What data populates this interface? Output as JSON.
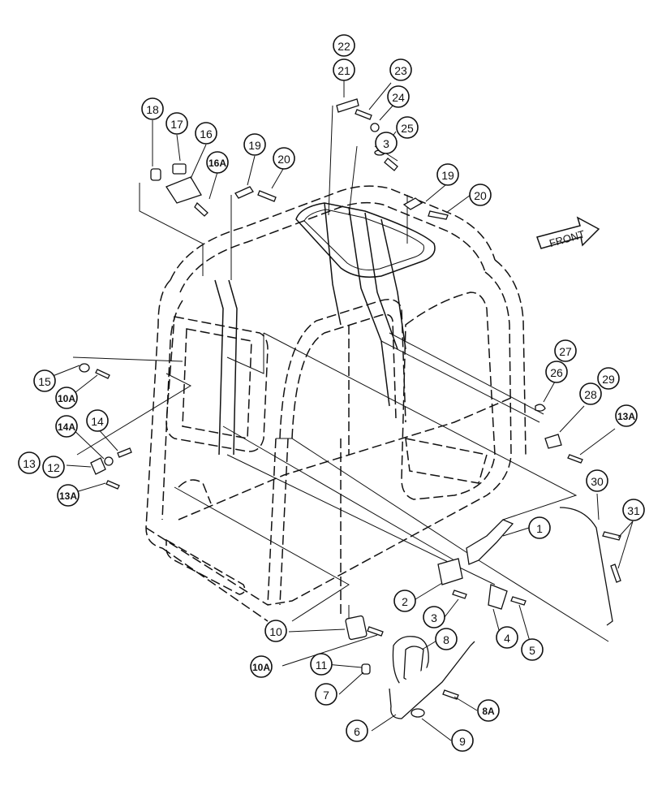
{
  "direction_label": "FRONT",
  "callouts": [
    {
      "label": "22"
    },
    {
      "label": "21"
    },
    {
      "label": "23"
    },
    {
      "label": "24"
    },
    {
      "label": "25"
    },
    {
      "label": "3"
    },
    {
      "label": "19"
    },
    {
      "label": "20"
    },
    {
      "label": "18"
    },
    {
      "label": "17"
    },
    {
      "label": "16"
    },
    {
      "label": "16A"
    },
    {
      "label": "19"
    },
    {
      "label": "20"
    },
    {
      "label": "27"
    },
    {
      "label": "26"
    },
    {
      "label": "29"
    },
    {
      "label": "28"
    },
    {
      "label": "13A"
    },
    {
      "label": "15"
    },
    {
      "label": "10A"
    },
    {
      "label": "14"
    },
    {
      "label": "14A"
    },
    {
      "label": "13"
    },
    {
      "label": "12"
    },
    {
      "label": "13A"
    },
    {
      "label": "30"
    },
    {
      "label": "31"
    },
    {
      "label": "1"
    },
    {
      "label": "2"
    },
    {
      "label": "3"
    },
    {
      "label": "4"
    },
    {
      "label": "5"
    },
    {
      "label": "10"
    },
    {
      "label": "10A"
    },
    {
      "label": "11"
    },
    {
      "label": "8"
    },
    {
      "label": "7"
    },
    {
      "label": "8A"
    },
    {
      "label": "6"
    },
    {
      "label": "9"
    }
  ]
}
